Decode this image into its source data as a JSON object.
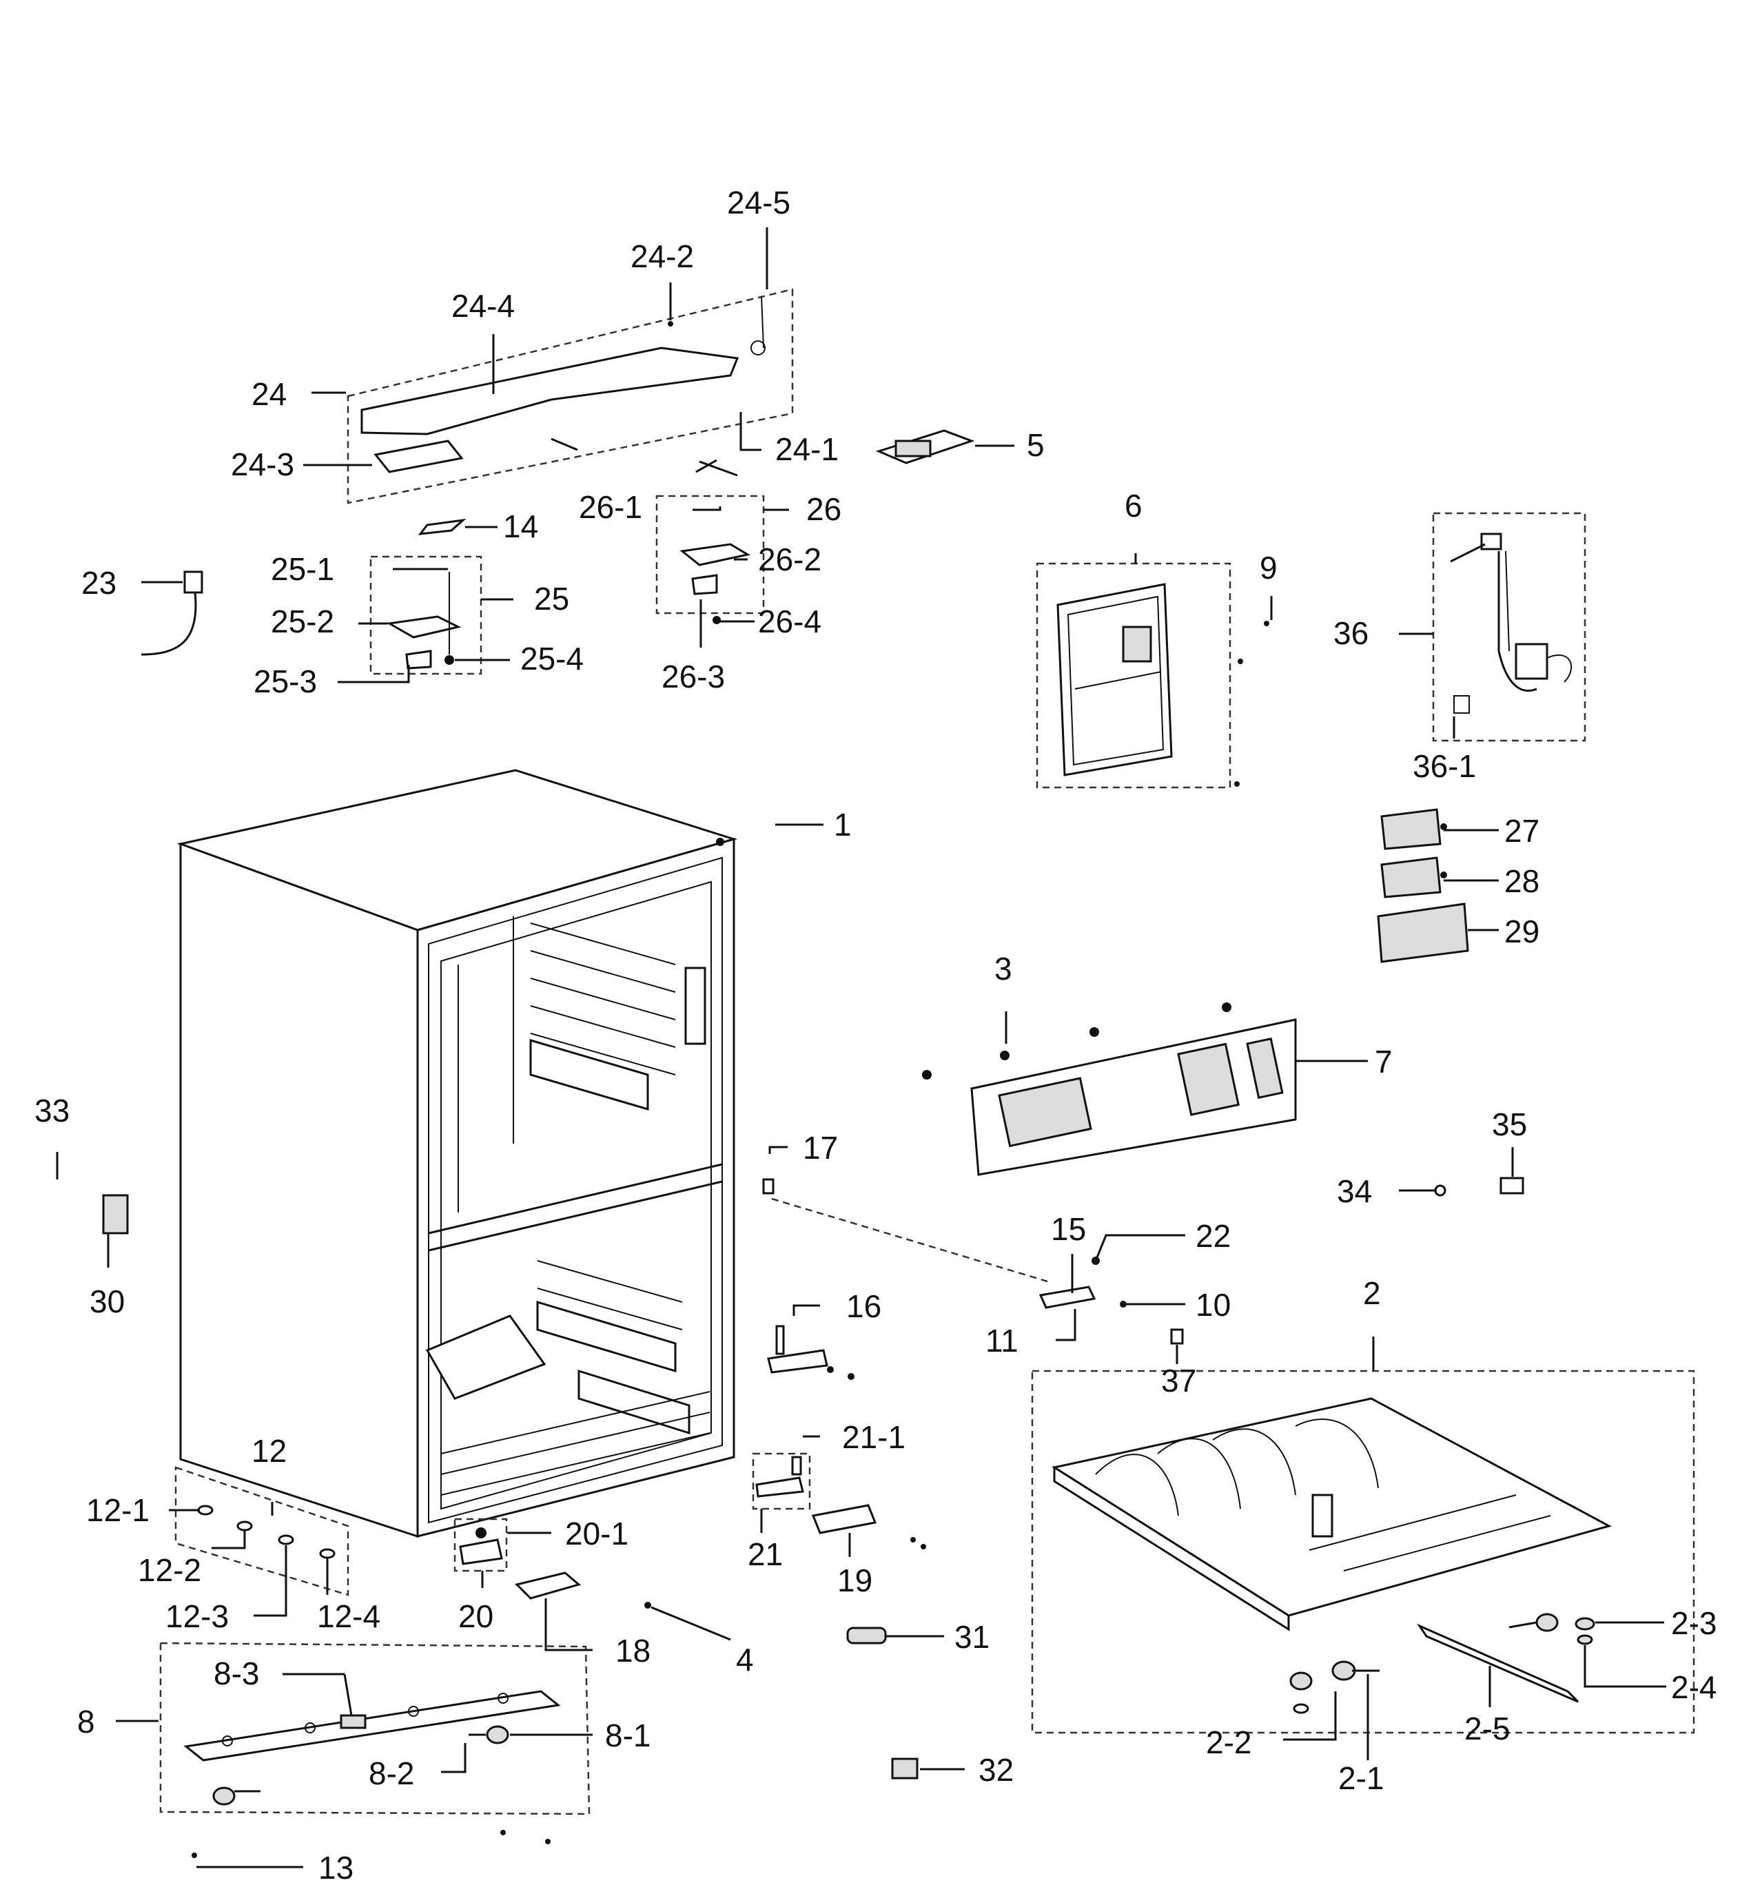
{
  "labels": {
    "l_1": "1",
    "l_2": "2",
    "l_2_1": "2-1",
    "l_2_2": "2-2",
    "l_2_3": "2-3",
    "l_2_4": "2-4",
    "l_2_5": "2-5",
    "l_3": "3",
    "l_4": "4",
    "l_5": "5",
    "l_6": "6",
    "l_7": "7",
    "l_8": "8",
    "l_8_1": "8-1",
    "l_8_2": "8-2",
    "l_8_3": "8-3",
    "l_9": "9",
    "l_10": "10",
    "l_11": "11",
    "l_12": "12",
    "l_12_1": "12-1",
    "l_12_2": "12-2",
    "l_12_3": "12-3",
    "l_12_4": "12-4",
    "l_13": "13",
    "l_14": "14",
    "l_15": "15",
    "l_16": "16",
    "l_17": "17",
    "l_18": "18",
    "l_19": "19",
    "l_20": "20",
    "l_20_1": "20-1",
    "l_21": "21",
    "l_21_1": "21-1",
    "l_22": "22",
    "l_23": "23",
    "l_24": "24",
    "l_24_1": "24-1",
    "l_24_2": "24-2",
    "l_24_3": "24-3",
    "l_24_4": "24-4",
    "l_24_5": "24-5",
    "l_25": "25",
    "l_25_1": "25-1",
    "l_25_2": "25-2",
    "l_25_3": "25-3",
    "l_25_4": "25-4",
    "l_26": "26",
    "l_26_1": "26-1",
    "l_26_2": "26-2",
    "l_26_3": "26-3",
    "l_26_4": "26-4",
    "l_27": "27",
    "l_28": "28",
    "l_29": "29",
    "l_30": "30",
    "l_31": "31",
    "l_32": "32",
    "l_33": "33",
    "l_34": "34",
    "l_35": "35",
    "l_36": "36",
    "l_36_1": "36-1",
    "l_37": "37"
  }
}
